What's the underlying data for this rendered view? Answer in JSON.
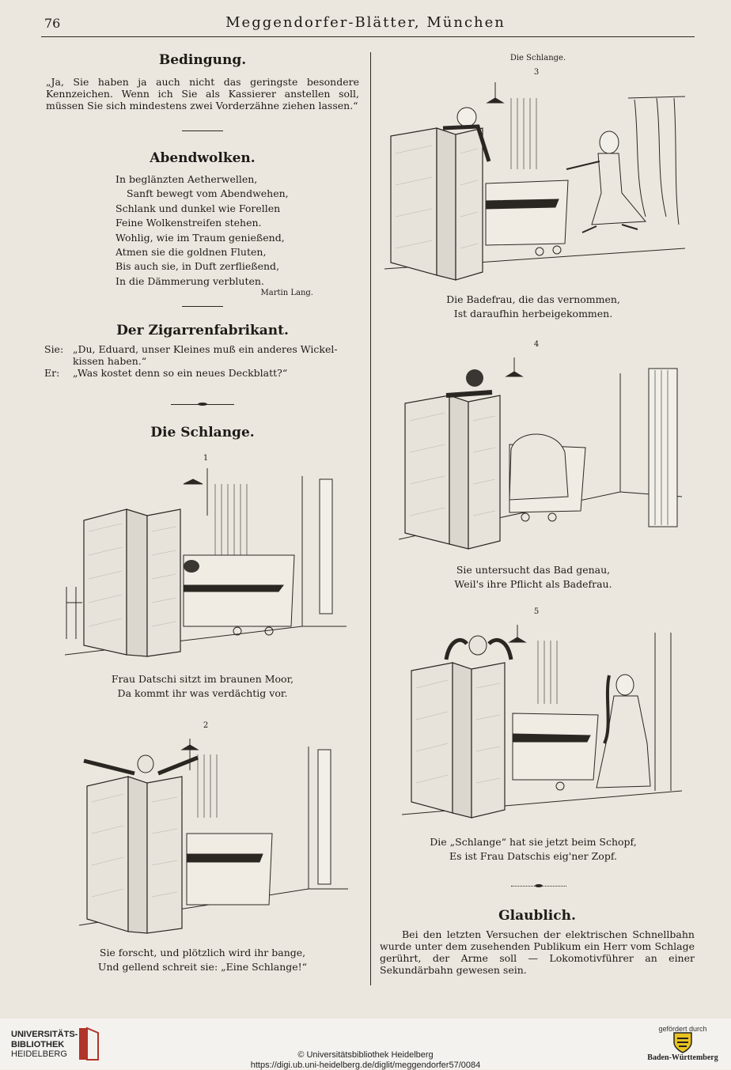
{
  "header": {
    "page_number": "76",
    "running_title": "Meggendorfer-Blätter, München"
  },
  "left": {
    "bedingung": {
      "title": "Bedingung.",
      "text": "„Ja, Sie haben ja auch nicht das geringste besondere Kennzeichen. Wenn ich Sie als Kassierer anstellen soll, müssen Sie sich mindestens zwei Vorderzähne ziehen lassen.“"
    },
    "abendwolken": {
      "title": "Abendwolken.",
      "lines": [
        "In beglänzten Aetherwellen,",
        "Sanft bewegt vom Abendwehen,",
        "Schlank und dunkel wie Forellen",
        "Feine Wolkenstreifen stehen.",
        "Wohlig, wie im Traum genießend,",
        "Atmen sie die goldnen Fluten,",
        "Bis auch sie, in Duft zerfließend,",
        "In die Dämmerung verbluten."
      ],
      "author": "Martin Lang."
    },
    "zigarren": {
      "title": "Der Zigarrenfabrikant.",
      "speaker1": "Sie:",
      "line1": "„Du, Eduard, unser Kleines muß ein anderes Wickel-kissen haben.“",
      "speaker2": "Er:",
      "line2": "„Was kostet denn so ein neues Deckblatt?“"
    },
    "schlange_title": "Die Schlange.",
    "panel1": {
      "num": "1",
      "caption1": "Frau Datschi sitzt im braunen Moor,",
      "caption2": "Da kommt ihr was verdächtig vor."
    },
    "panel2": {
      "num": "2",
      "caption1": "Sie forscht, und plötzlich wird ihr bange,",
      "caption2": "Und gellend schreit sie: „Eine Schlange!“"
    }
  },
  "right": {
    "schlange_small": "Die Schlange.",
    "panel3": {
      "num": "3",
      "caption1": "Die Badefrau, die das vernommen,",
      "caption2": "Ist daraufhin herbeigekommen."
    },
    "panel4": {
      "num": "4",
      "caption1": "Sie untersucht das Bad genau,",
      "caption2": "Weil's ihre Pflicht als Badefrau."
    },
    "panel5": {
      "num": "5",
      "caption1": "Die „Schlange“ hat sie jetzt beim Schopf,",
      "caption2": "Es ist Frau Datschis eig'ner Zopf."
    },
    "glaublich": {
      "title": "Glaublich.",
      "text": "Bei den letzten Versuchen der elektrischen Schnellbahn wurde unter dem zusehenden Publikum ein Herr vom Schlage gerührt, der Arme soll — Lokomotivführer an einer Sekundärbahn gewesen sein."
    }
  },
  "footer": {
    "library_line1": "UNIVERSITÄTS-",
    "library_line2": "BIBLIOTHEK",
    "library_line3": "HEIDELBERG",
    "copyright": "© Universitätsbibliothek Heidelberg",
    "url": "https://digi.ub.uni-heidelberg.de/diglit/meggendorfer57/0084",
    "sponsor_label": "gefördert durch",
    "sponsor_name": "Baden-Württemberg"
  },
  "colors": {
    "paper": "#ece7de",
    "ink": "#1d1b18",
    "library_red": "#b0342a",
    "bw_gold": "#e8c21f"
  }
}
